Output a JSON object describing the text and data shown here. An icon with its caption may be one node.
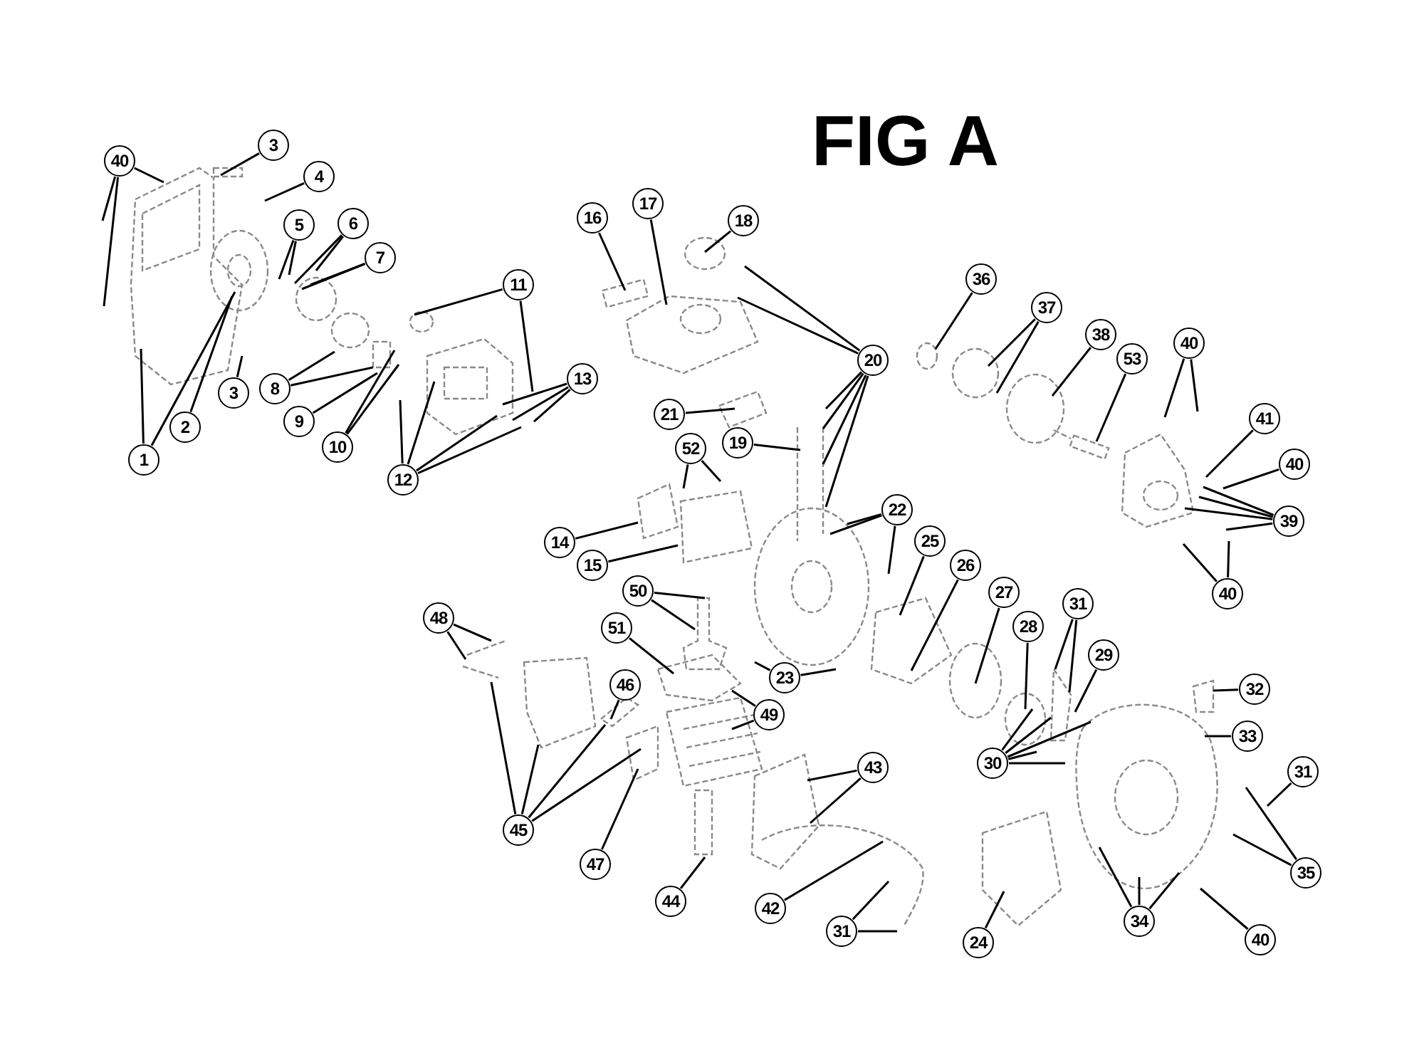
{
  "diagram": {
    "title": "FIG A",
    "nodes": [
      {
        "text": [
          "40"
        ]
      },
      {
        "text": [
          "3"
        ]
      },
      {
        "text": [
          "4"
        ]
      },
      {
        "text": [
          "5"
        ]
      },
      {
        "text": [
          "6"
        ]
      },
      {
        "text": [
          "7"
        ]
      },
      {
        "text": [
          "1"
        ]
      },
      {
        "text": [
          "2"
        ]
      },
      {
        "text": [
          "3"
        ]
      },
      {
        "text": [
          "8"
        ]
      },
      {
        "text": [
          "9"
        ]
      },
      {
        "text": [
          "10"
        ]
      },
      {
        "text": [
          "11"
        ]
      },
      {
        "text": [
          "12"
        ]
      },
      {
        "text": [
          "13"
        ]
      },
      {
        "text": [
          "16"
        ]
      },
      {
        "text": [
          "17"
        ]
      },
      {
        "text": [
          "18"
        ]
      },
      {
        "text": [
          "20"
        ]
      },
      {
        "text": [
          "21"
        ]
      },
      {
        "text": [
          "19"
        ]
      },
      {
        "text": [
          "52"
        ]
      },
      {
        "text": [
          "14"
        ]
      },
      {
        "text": [
          "15"
        ]
      },
      {
        "text": [
          "50"
        ]
      },
      {
        "text": [
          "51"
        ]
      },
      {
        "text": [
          "48"
        ]
      },
      {
        "text": [
          "46"
        ]
      },
      {
        "text": [
          "49"
        ]
      },
      {
        "text": [
          "45"
        ]
      },
      {
        "text": [
          "47"
        ]
      },
      {
        "text": [
          "44"
        ]
      },
      {
        "text": [
          "43"
        ]
      },
      {
        "text": [
          "42"
        ]
      },
      {
        "text": [
          "31"
        ]
      },
      {
        "text": [
          "23"
        ]
      },
      {
        "text": [
          "22"
        ]
      },
      {
        "text": [
          "25"
        ]
      },
      {
        "text": [
          "26"
        ]
      },
      {
        "text": [
          "27"
        ]
      },
      {
        "text": [
          "28"
        ]
      },
      {
        "text": [
          "31"
        ]
      },
      {
        "text": [
          "29"
        ]
      },
      {
        "text": [
          "30"
        ]
      },
      {
        "text": [
          "32"
        ]
      },
      {
        "text": [
          "33"
        ]
      },
      {
        "text": [
          "31"
        ]
      },
      {
        "text": [
          "35"
        ]
      },
      {
        "text": [
          "34"
        ]
      },
      {
        "text": [
          "40"
        ]
      },
      {
        "text": [
          "24"
        ]
      },
      {
        "text": [
          "36"
        ]
      },
      {
        "text": [
          "37"
        ]
      },
      {
        "text": [
          "38"
        ]
      },
      {
        "text": [
          "53"
        ]
      },
      {
        "text": [
          "40"
        ]
      },
      {
        "text": [
          "41"
        ]
      },
      {
        "text": [
          "40"
        ]
      },
      {
        "text": [
          "39"
        ]
      },
      {
        "text": [
          "40"
        ]
      }
    ],
    "edges": [
      {
        "from": 0,
        "to": null,
        "arrow": "none"
      },
      {
        "from": 0,
        "to": null,
        "arrow": "none"
      },
      {
        "from": 0,
        "to": null,
        "arrow": "none"
      },
      {
        "from": 1,
        "to": null,
        "arrow": "none"
      },
      {
        "from": 2,
        "to": null,
        "arrow": "none"
      },
      {
        "from": 3,
        "to": null,
        "arrow": "none"
      },
      {
        "from": 3,
        "to": null,
        "arrow": "none"
      },
      {
        "from": 4,
        "to": null,
        "arrow": "none"
      },
      {
        "from": 4,
        "to": null,
        "arrow": "none"
      },
      {
        "from": 5,
        "to": null,
        "arrow": "none"
      },
      {
        "from": 5,
        "to": null,
        "arrow": "none"
      },
      {
        "from": 6,
        "to": null,
        "arrow": "none"
      },
      {
        "from": 6,
        "to": null,
        "arrow": "none"
      },
      {
        "from": 7,
        "to": null,
        "arrow": "none"
      },
      {
        "from": 8,
        "to": null,
        "arrow": "none"
      },
      {
        "from": 9,
        "to": null,
        "arrow": "none"
      },
      {
        "from": 9,
        "to": null,
        "arrow": "none"
      },
      {
        "from": 10,
        "to": null,
        "arrow": "none"
      },
      {
        "from": 11,
        "to": null,
        "arrow": "none"
      },
      {
        "from": 11,
        "to": null,
        "arrow": "none"
      },
      {
        "from": 12,
        "to": null,
        "arrow": "none"
      },
      {
        "from": 12,
        "to": null,
        "arrow": "none"
      },
      {
        "from": 13,
        "to": null,
        "arrow": "none"
      },
      {
        "from": 13,
        "to": null,
        "arrow": "none"
      },
      {
        "from": 13,
        "to": null,
        "arrow": "none"
      },
      {
        "from": 13,
        "to": null,
        "arrow": "none"
      },
      {
        "from": 14,
        "to": null,
        "arrow": "none"
      },
      {
        "from": 14,
        "to": null,
        "arrow": "none"
      },
      {
        "from": 14,
        "to": null,
        "arrow": "none"
      },
      {
        "from": 15,
        "to": null,
        "arrow": "none"
      },
      {
        "from": 16,
        "to": null,
        "arrow": "none"
      },
      {
        "from": 17,
        "to": null,
        "arrow": "none"
      },
      {
        "from": 18,
        "to": null,
        "arrow": "none"
      },
      {
        "from": 18,
        "to": null,
        "arrow": "none"
      },
      {
        "from": 18,
        "to": null,
        "arrow": "none"
      },
      {
        "from": 18,
        "to": null,
        "arrow": "none"
      },
      {
        "from": 18,
        "to": null,
        "arrow": "none"
      },
      {
        "from": 18,
        "to": null,
        "arrow": "none"
      },
      {
        "from": 19,
        "to": null,
        "arrow": "none"
      },
      {
        "from": 20,
        "to": null,
        "arrow": "none"
      },
      {
        "from": 21,
        "to": null,
        "arrow": "none"
      },
      {
        "from": 21,
        "to": null,
        "arrow": "none"
      },
      {
        "from": 22,
        "to": null,
        "arrow": "none"
      },
      {
        "from": 23,
        "to": null,
        "arrow": "none"
      },
      {
        "from": 24,
        "to": null,
        "arrow": "none"
      },
      {
        "from": 24,
        "to": null,
        "arrow": "none"
      },
      {
        "from": 25,
        "to": null,
        "arrow": "none"
      },
      {
        "from": 26,
        "to": null,
        "arrow": "none"
      },
      {
        "from": 26,
        "to": null,
        "arrow": "none"
      },
      {
        "from": 27,
        "to": null,
        "arrow": "none"
      },
      {
        "from": 28,
        "to": null,
        "arrow": "none"
      },
      {
        "from": 28,
        "to": null,
        "arrow": "none"
      },
      {
        "from": 29,
        "to": null,
        "arrow": "none"
      },
      {
        "from": 29,
        "to": null,
        "arrow": "none"
      },
      {
        "from": 29,
        "to": null,
        "arrow": "none"
      },
      {
        "from": 29,
        "to": null,
        "arrow": "none"
      },
      {
        "from": 30,
        "to": null,
        "arrow": "none"
      },
      {
        "from": 31,
        "to": null,
        "arrow": "none"
      },
      {
        "from": 32,
        "to": null,
        "arrow": "none"
      },
      {
        "from": 32,
        "to": null,
        "arrow": "none"
      },
      {
        "from": 33,
        "to": null,
        "arrow": "none"
      },
      {
        "from": 34,
        "to": null,
        "arrow": "none"
      },
      {
        "from": 34,
        "to": null,
        "arrow": "none"
      },
      {
        "from": 35,
        "to": null,
        "arrow": "none"
      },
      {
        "from": 35,
        "to": null,
        "arrow": "none"
      },
      {
        "from": 36,
        "to": null,
        "arrow": "none"
      },
      {
        "from": 36,
        "to": null,
        "arrow": "none"
      },
      {
        "from": 36,
        "to": null,
        "arrow": "none"
      },
      {
        "from": 37,
        "to": null,
        "arrow": "none"
      },
      {
        "from": 38,
        "to": null,
        "arrow": "none"
      },
      {
        "from": 39,
        "to": null,
        "arrow": "none"
      },
      {
        "from": 40,
        "to": null,
        "arrow": "none"
      },
      {
        "from": 41,
        "to": null,
        "arrow": "none"
      },
      {
        "from": 41,
        "to": null,
        "arrow": "none"
      },
      {
        "from": 42,
        "to": null,
        "arrow": "none"
      },
      {
        "from": 43,
        "to": null,
        "arrow": "none"
      },
      {
        "from": 43,
        "to": null,
        "arrow": "none"
      },
      {
        "from": 43,
        "to": null,
        "arrow": "none"
      },
      {
        "from": 43,
        "to": null,
        "arrow": "none"
      },
      {
        "from": 43,
        "to": null,
        "arrow": "none"
      },
      {
        "from": 44,
        "to": null,
        "arrow": "none"
      },
      {
        "from": 45,
        "to": null,
        "arrow": "none"
      },
      {
        "from": 46,
        "to": null,
        "arrow": "none"
      },
      {
        "from": 47,
        "to": null,
        "arrow": "none"
      },
      {
        "from": 47,
        "to": null,
        "arrow": "none"
      },
      {
        "from": 48,
        "to": null,
        "arrow": "none"
      },
      {
        "from": 48,
        "to": null,
        "arrow": "none"
      },
      {
        "from": 48,
        "to": null,
        "arrow": "none"
      },
      {
        "from": 49,
        "to": null,
        "arrow": "none"
      },
      {
        "from": 50,
        "to": null,
        "arrow": "none"
      },
      {
        "from": 51,
        "to": null,
        "arrow": "none"
      },
      {
        "from": 52,
        "to": null,
        "arrow": "none"
      },
      {
        "from": 52,
        "to": null,
        "arrow": "none"
      },
      {
        "from": 53,
        "to": null,
        "arrow": "none"
      },
      {
        "from": 54,
        "to": null,
        "arrow": "none"
      },
      {
        "from": 55,
        "to": null,
        "arrow": "none"
      },
      {
        "from": 55,
        "to": null,
        "arrow": "none"
      },
      {
        "from": 56,
        "to": null,
        "arrow": "none"
      },
      {
        "from": 57,
        "to": null,
        "arrow": "none"
      },
      {
        "from": 58,
        "to": null,
        "arrow": "none"
      },
      {
        "from": 58,
        "to": null,
        "arrow": "none"
      },
      {
        "from": 58,
        "to": null,
        "arrow": "none"
      },
      {
        "from": 58,
        "to": null,
        "arrow": "none"
      },
      {
        "from": 59,
        "to": null,
        "arrow": "none"
      },
      {
        "from": 59,
        "to": null,
        "arrow": "none"
      }
    ]
  }
}
